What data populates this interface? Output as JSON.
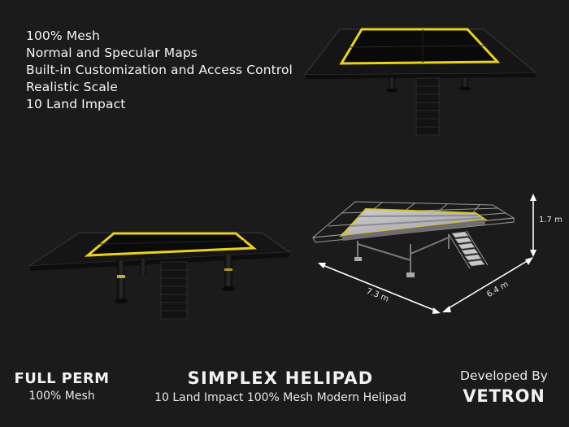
{
  "features": [
    "100% Mesh",
    "Normal and Specular Maps",
    "Built-in Customization and Access Control",
    "Realistic Scale",
    "10 Land Impact"
  ],
  "perm": {
    "title": "FULL PERM",
    "subtitle": "100% Mesh"
  },
  "product": {
    "title": "SIMPLEX HELIPAD",
    "subtitle": "10 Land Impact 100% Mesh Modern Helipad"
  },
  "developer": {
    "label": "Developed By",
    "name": "VETRON"
  },
  "dimensions": {
    "height": "1.7 m",
    "length": "7.3 m",
    "width": "6.4 m"
  },
  "colors": {
    "background": "#1b1b1b",
    "accent": "#e8d21c",
    "deck": "#0c0c0c",
    "render_deck": "#b9b9bd"
  }
}
